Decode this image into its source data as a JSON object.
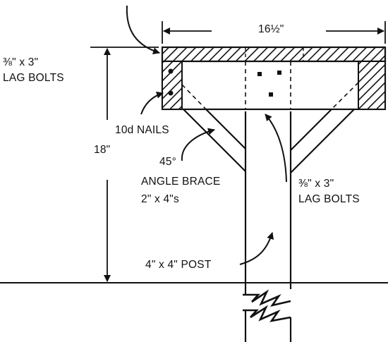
{
  "labels": {
    "width_dim": "16½\"",
    "height_dim": "18\"",
    "lag_bolts_top": {
      "line1": "⅜\" x 3\"",
      "line2": "LAG BOLTS"
    },
    "nails": "10d NAILS",
    "angle_brace": {
      "line1": "45°",
      "line2": "ANGLE BRACE",
      "line3": "2\" x 4\"s"
    },
    "lag_bolts_right": {
      "line1": "⅜\" x 3\"",
      "line2": "LAG BOLTS"
    },
    "post": "4\" x 4\" POST"
  }
}
